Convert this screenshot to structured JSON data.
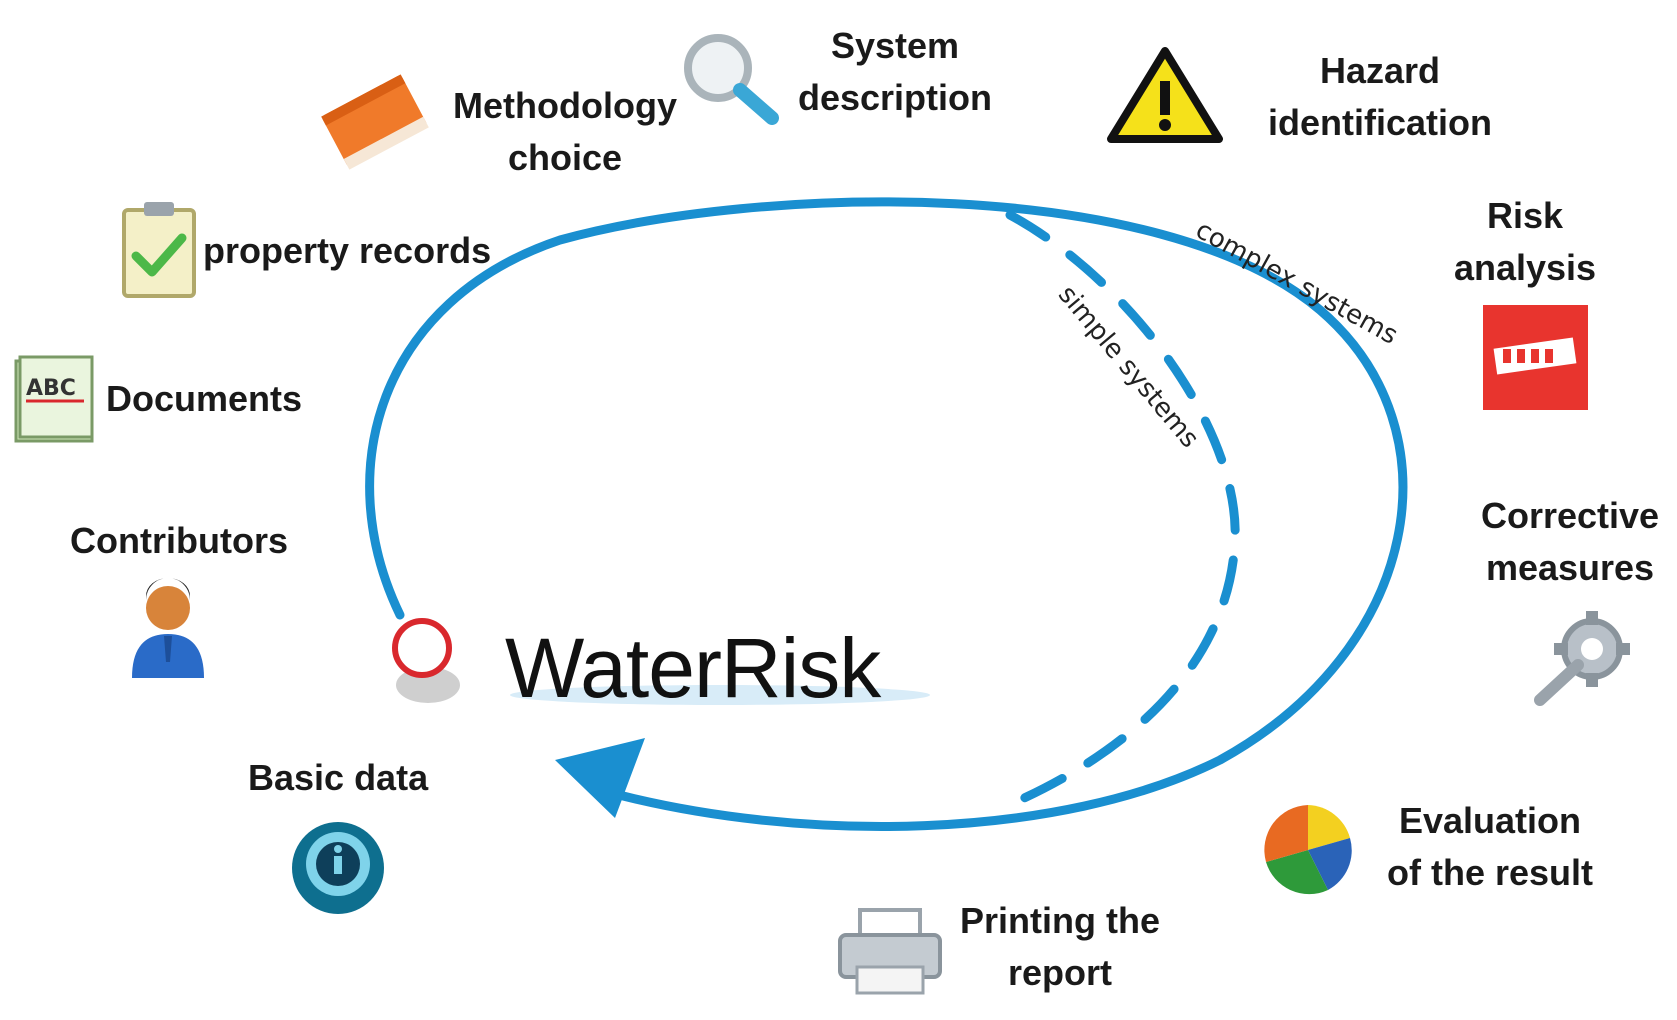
{
  "center": {
    "title": "WaterRisk"
  },
  "paths": {
    "complex": "complex systems",
    "simple": "simple systems"
  },
  "steps": {
    "system_description": {
      "line1": "System",
      "line2": "description"
    },
    "hazard_identification": {
      "line1": "Hazard",
      "line2": "identification"
    },
    "risk_analysis": {
      "line1": "Risk",
      "line2": "analysis"
    },
    "corrective_measures": {
      "line1": "Corrective",
      "line2": "measures"
    },
    "evaluation": {
      "line1": "Evaluation",
      "line2": "of the result"
    },
    "printing": {
      "line1": "Printing the",
      "line2": "report"
    },
    "basic_data": {
      "line1": "Basic data"
    },
    "contributors": {
      "line1": "Contributors"
    },
    "documents": {
      "line1": "Documents"
    },
    "property_records": {
      "line1": "property records"
    },
    "methodology": {
      "line1": "Methodology",
      "line2": "choice"
    }
  },
  "icon_texts": {
    "documents_abc": "ABC"
  },
  "colors": {
    "cycle": "#1a8fd0",
    "hazard": "#f5e11a",
    "risk": "#e8342e",
    "book": "#f07a2a"
  }
}
